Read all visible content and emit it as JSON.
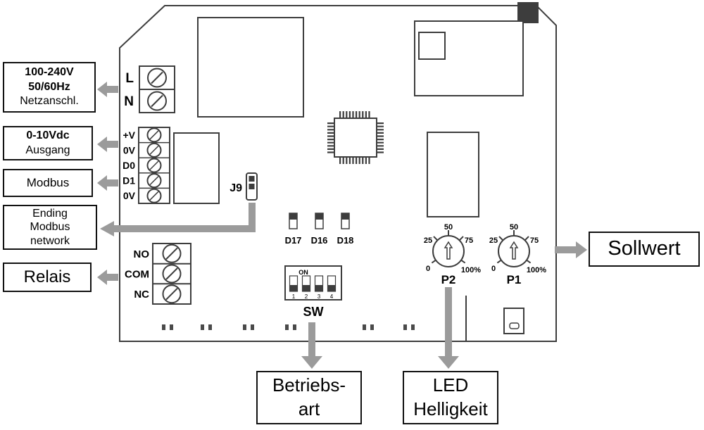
{
  "callouts": {
    "power": [
      "100-240V",
      "50/60Hz",
      "Netzanschl."
    ],
    "output": [
      "0-10Vdc",
      "Ausgang"
    ],
    "modbus": "Modbus",
    "ending": [
      "Ending",
      "Modbus",
      "network"
    ],
    "relais": "Relais",
    "sollwert": "Sollwert",
    "betriebsart": [
      "Betriebs-",
      "art"
    ],
    "led_brightness": [
      "LED",
      "Helligkeit"
    ]
  },
  "board": {
    "power_terminals": [
      "L",
      "N"
    ],
    "io_terminals": [
      "+V",
      "0V",
      "D0",
      "D1",
      "0V"
    ],
    "relay_terminals": [
      "NO",
      "COM",
      "NC"
    ],
    "jumper": "J9",
    "leds": [
      "D17",
      "D16",
      "D18"
    ],
    "dip_switch": {
      "on_label": "ON",
      "positions": [
        "1",
        "2",
        "3",
        "4"
      ],
      "label": "SW"
    },
    "pot_scale": {
      "p0": "0",
      "p25": "25",
      "p50": "50",
      "p75": "75",
      "p100": "100%"
    },
    "pot_left": "P2",
    "pot_right": "P1"
  },
  "colors": {
    "line": "#3d3d3d",
    "arrow": "#9b9b9b",
    "label_border": "#111111"
  }
}
